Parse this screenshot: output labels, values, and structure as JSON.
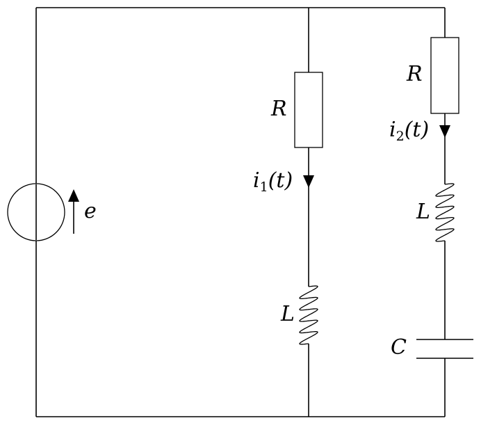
{
  "source_label": "e",
  "branch1": {
    "resistor_label": "R",
    "current": {
      "symbol": "i",
      "index": "1",
      "arg": "(t)"
    },
    "inductor_label": "L"
  },
  "branch2": {
    "resistor_label": "R",
    "current": {
      "symbol": "i",
      "index": "2",
      "arg": "(t)"
    },
    "inductor_label": "L",
    "capacitor_label": "C"
  }
}
